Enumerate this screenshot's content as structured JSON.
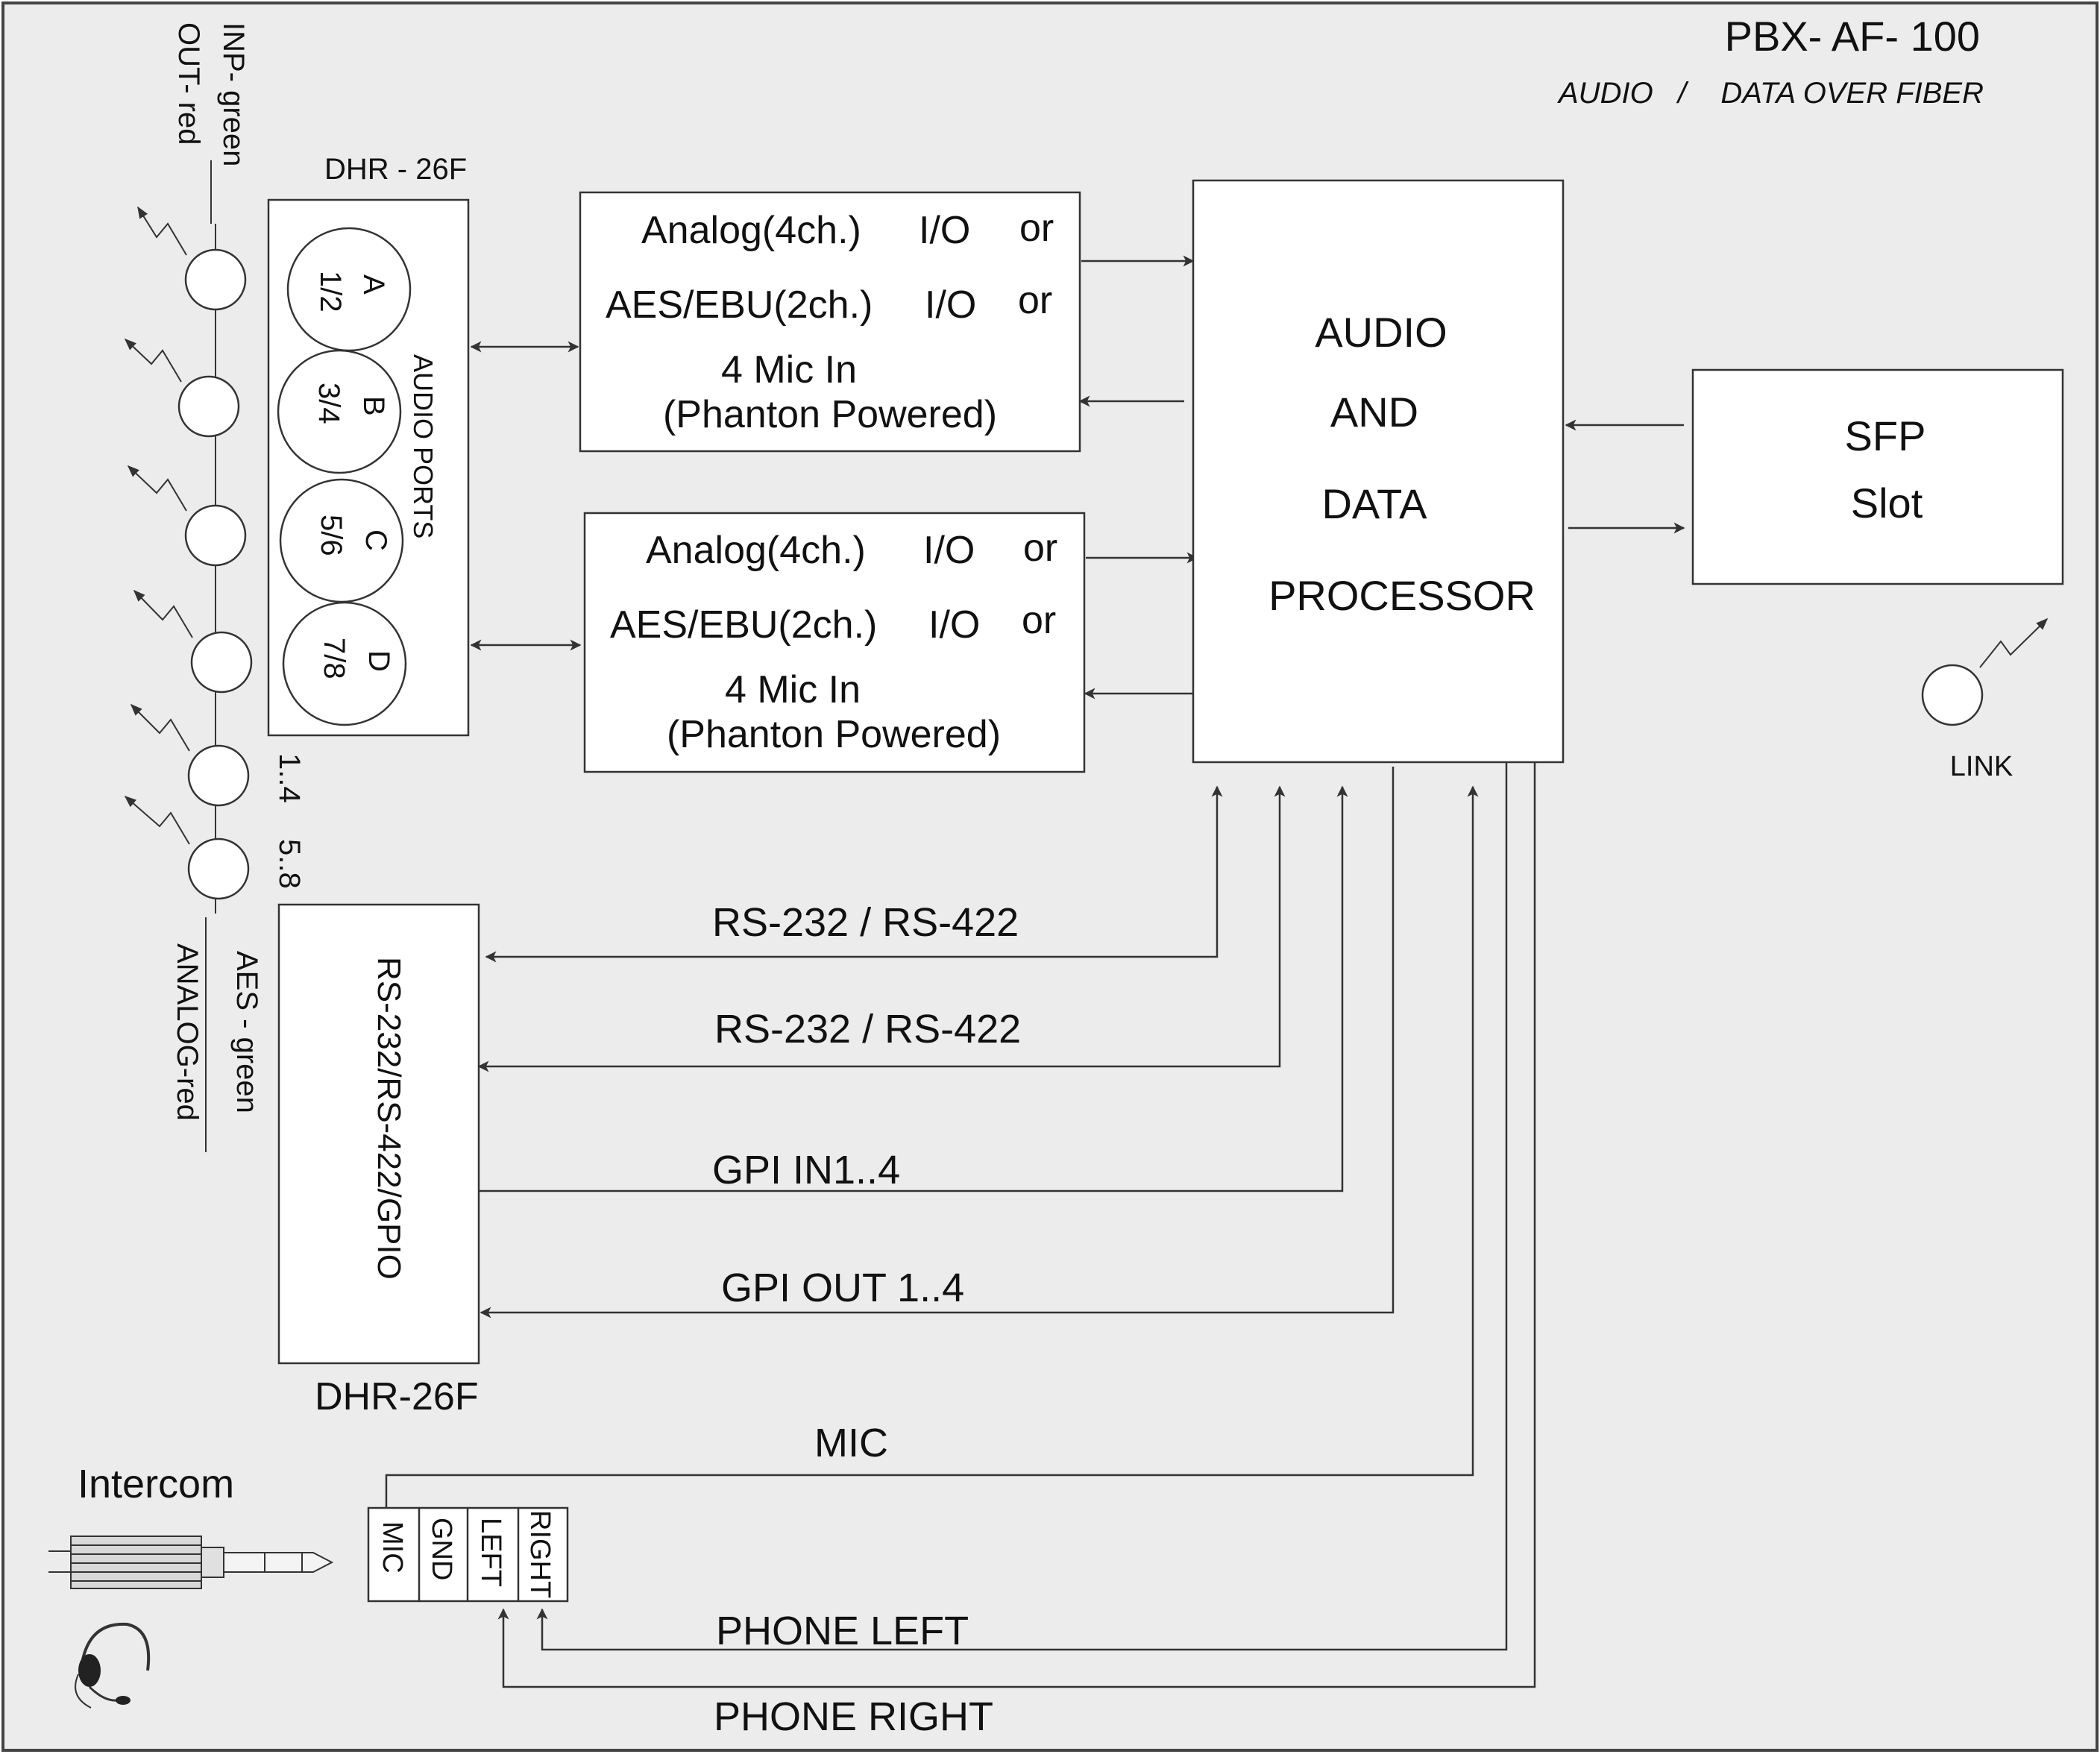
{
  "header": {
    "model": "PBX- AF- 100",
    "subtitle_left": "AUDIO",
    "subtitle_sep": "/",
    "subtitle_right": "DATA OVER FIBER"
  },
  "led_legend_top": {
    "line1": "INP- green",
    "line2": "OUT- red"
  },
  "led_legend_bottom": {
    "line1": "AES - green",
    "line2": "ANALOG-red"
  },
  "led_range_labels": {
    "first": "1..4",
    "second": "5..8"
  },
  "connector_top": {
    "title": "DHR - 26F",
    "side_label": "AUDIO PORTS",
    "ports": [
      {
        "letter": "A",
        "channels": "1/2"
      },
      {
        "letter": "B",
        "channels": "3/4"
      },
      {
        "letter": "C",
        "channels": "5/6"
      },
      {
        "letter": "D",
        "channels": "7/8"
      }
    ]
  },
  "audio_io_boxes": [
    {
      "line1": "Analog(4ch.)",
      "line1_io": "I/O",
      "line1_or": "or",
      "line2": "AES/EBU(2ch.)",
      "line2_io": "I/O",
      "line2_or": "or",
      "line3": "4 Mic In",
      "line4": "(Phanton Powered)"
    },
    {
      "line1": "Analog(4ch.)",
      "line1_io": "I/O",
      "line1_or": "or",
      "line2": "AES/EBU(2ch.)",
      "line2_io": "I/O",
      "line2_or": "or",
      "line3": "4 Mic In",
      "line4": "(Phanton Powered)"
    }
  ],
  "processor": {
    "lines": [
      "AUDIO",
      "AND",
      "DATA",
      "PROCESSOR"
    ]
  },
  "sfp": {
    "line1": "SFP",
    "line2": "Slot"
  },
  "link_led": {
    "label": "LINK"
  },
  "serial_block": {
    "vertical_label": "RS-232/RS-422/GPIO",
    "caption": "DHR-26F"
  },
  "signals": {
    "rs1": "RS-232 / RS-422",
    "rs2": "RS-232 / RS-422",
    "gpi_in": "GPI IN1..4",
    "gpi_out": "GPI OUT 1..4",
    "mic": "MIC",
    "phone_left": "PHONE LEFT",
    "phone_right": "PHONE RIGHT"
  },
  "intercom": {
    "title": "Intercom",
    "pins": [
      "MIC",
      "GND",
      "LEFT",
      "RIGHT"
    ]
  },
  "icons": [
    "led-emit-icon",
    "headset-icon",
    "jack-plug-icon",
    "arrow-head-icon"
  ],
  "colors": {
    "background": "#ececec",
    "line": "#333333",
    "box_fill": "#ffffff"
  }
}
